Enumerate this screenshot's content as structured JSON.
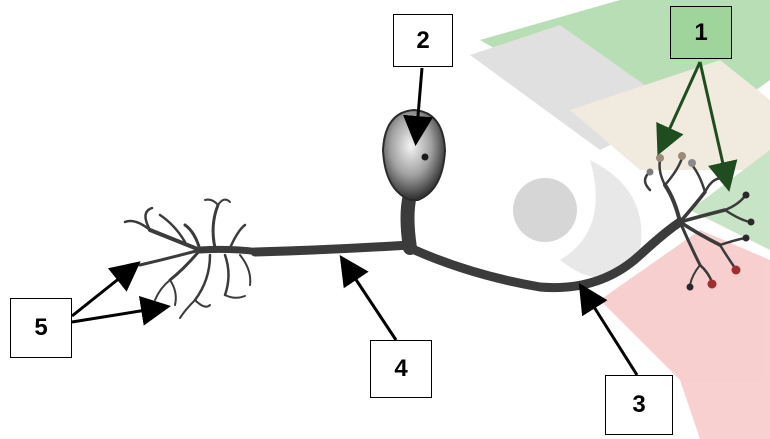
{
  "labels": {
    "l1": "1",
    "l2": "2",
    "l3": "3",
    "l4": "4",
    "l5": "5"
  },
  "colors": {
    "neuron": "#3b3b3b",
    "watermark_green": "#8fcf8a",
    "watermark_red": "#f0a0a0",
    "watermark_gray": "#d8d8d8",
    "label1_fill": "#9fd49a",
    "arrow_green": "#1f4d1f"
  }
}
